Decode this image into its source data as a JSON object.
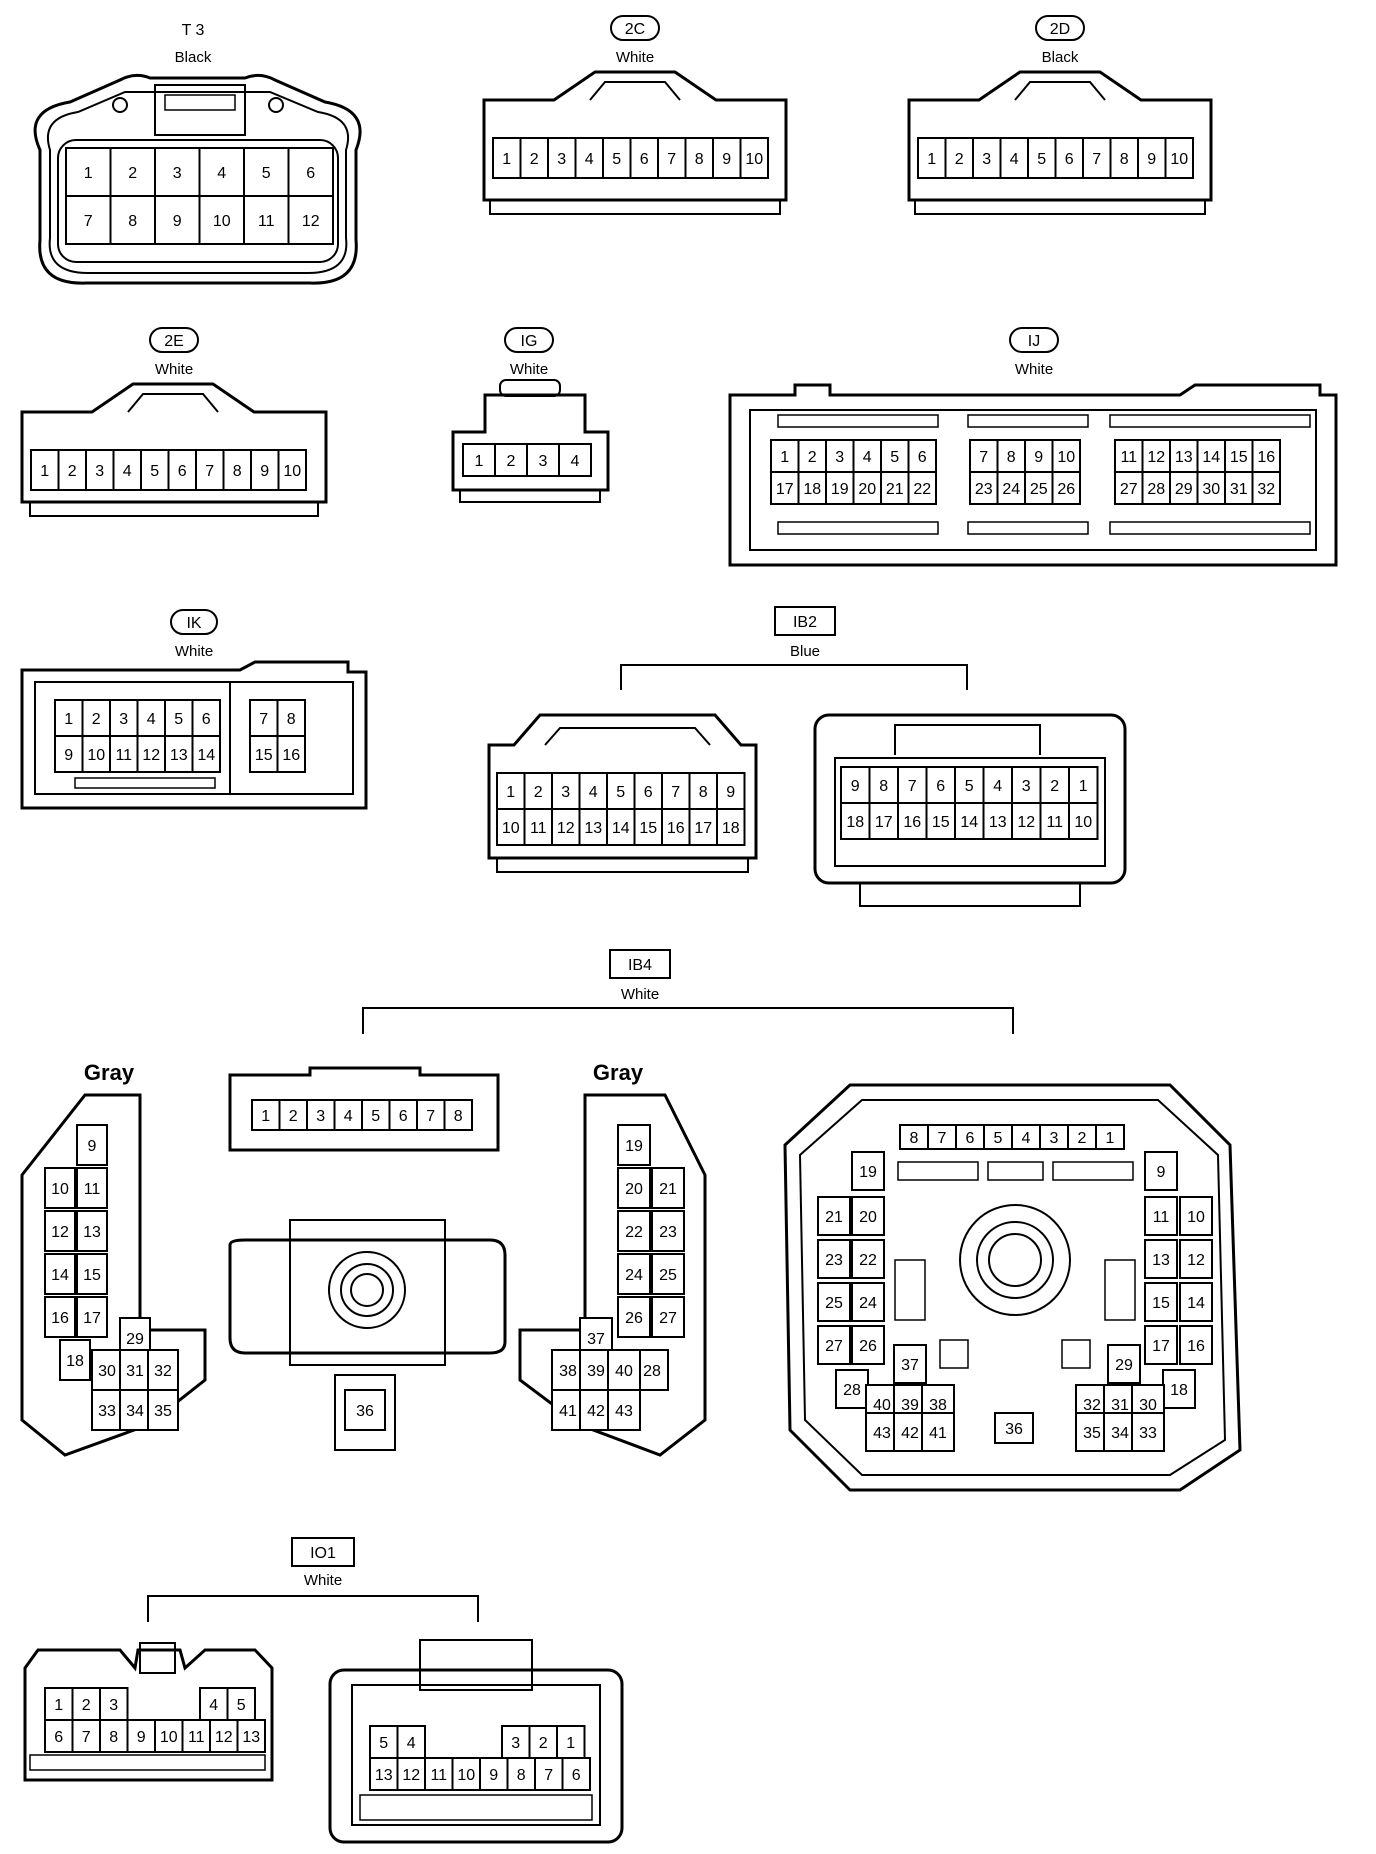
{
  "connectors": {
    "t3": {
      "code": "T 3",
      "color": "Black",
      "rows": [
        [
          "1",
          "2",
          "3",
          "4",
          "5",
          "6"
        ],
        [
          "7",
          "8",
          "9",
          "10",
          "11",
          "12"
        ]
      ]
    },
    "c2c": {
      "code": "2C",
      "color": "White",
      "rows": [
        [
          "1",
          "2",
          "3",
          "4",
          "5",
          "6",
          "7",
          "8",
          "9",
          "10"
        ]
      ]
    },
    "c2d": {
      "code": "2D",
      "color": "Black",
      "rows": [
        [
          "1",
          "2",
          "3",
          "4",
          "5",
          "6",
          "7",
          "8",
          "9",
          "10"
        ]
      ]
    },
    "c2e": {
      "code": "2E",
      "color": "White",
      "rows": [
        [
          "1",
          "2",
          "3",
          "4",
          "5",
          "6",
          "7",
          "8",
          "9",
          "10"
        ]
      ]
    },
    "ig": {
      "code": "IG",
      "color": "White",
      "rows": [
        [
          "1",
          "2",
          "3",
          "4"
        ]
      ]
    },
    "ij": {
      "code": "IJ",
      "color": "White",
      "blocks": [
        [
          [
            "1",
            "2",
            "3",
            "4",
            "5",
            "6"
          ],
          [
            "17",
            "18",
            "19",
            "20",
            "21",
            "22"
          ]
        ],
        [
          [
            "7",
            "8",
            "9",
            "10"
          ],
          [
            "23",
            "24",
            "25",
            "26"
          ]
        ],
        [
          [
            "11",
            "12",
            "13",
            "14",
            "15",
            "16"
          ],
          [
            "27",
            "28",
            "29",
            "30",
            "31",
            "32"
          ]
        ]
      ]
    },
    "ik": {
      "code": "IK",
      "color": "White",
      "blocks": [
        [
          [
            "1",
            "2",
            "3",
            "4",
            "5",
            "6"
          ],
          [
            "9",
            "10",
            "11",
            "12",
            "13",
            "14"
          ]
        ],
        [
          [
            "7",
            "8"
          ],
          [
            "15",
            "16"
          ]
        ]
      ]
    },
    "ib2": {
      "code": "IB2",
      "color": "Blue",
      "male": [
        [
          "1",
          "2",
          "3",
          "4",
          "5",
          "6",
          "7",
          "8",
          "9"
        ],
        [
          "10",
          "11",
          "12",
          "13",
          "14",
          "15",
          "16",
          "17",
          "18"
        ]
      ],
      "female": [
        [
          "9",
          "8",
          "7",
          "6",
          "5",
          "4",
          "3",
          "2",
          "1"
        ],
        [
          "18",
          "17",
          "16",
          "15",
          "14",
          "13",
          "12",
          "11",
          "10"
        ]
      ]
    },
    "ib4": {
      "code": "IB4",
      "color": "White",
      "side_color": "Gray",
      "left_side": [
        "9",
        "10",
        "11",
        "12",
        "13",
        "14",
        "15",
        "16",
        "17",
        "18",
        "29",
        "30",
        "31",
        "32",
        "33",
        "34",
        "35"
      ],
      "top_row": [
        "1",
        "2",
        "3",
        "4",
        "5",
        "6",
        "7",
        "8"
      ],
      "center_pin": "36",
      "right_side": [
        "19",
        "20",
        "21",
        "22",
        "23",
        "24",
        "25",
        "26",
        "27",
        "28",
        "37",
        "38",
        "39",
        "40",
        "41",
        "42",
        "43"
      ],
      "female_top": [
        "8",
        "7",
        "6",
        "5",
        "4",
        "3",
        "2",
        "1"
      ],
      "female_left": [
        "19",
        "21",
        "20",
        "23",
        "22",
        "25",
        "24",
        "27",
        "26",
        "28",
        "37",
        "40",
        "39",
        "38",
        "43",
        "42",
        "41"
      ],
      "female_right": [
        "9",
        "11",
        "10",
        "13",
        "12",
        "15",
        "14",
        "17",
        "16",
        "29",
        "18",
        "32",
        "31",
        "30",
        "35",
        "34",
        "33"
      ],
      "female_center": "36"
    },
    "io1": {
      "code": "IO1",
      "color": "White",
      "male": [
        [
          "1",
          "2",
          "3",
          "4",
          "5"
        ],
        [
          "6",
          "7",
          "8",
          "9",
          "10",
          "11",
          "12",
          "13"
        ]
      ],
      "female": [
        [
          "5",
          "4",
          "3",
          "2",
          "1"
        ],
        [
          "13",
          "12",
          "11",
          "10",
          "9",
          "8",
          "7",
          "6"
        ]
      ]
    }
  }
}
